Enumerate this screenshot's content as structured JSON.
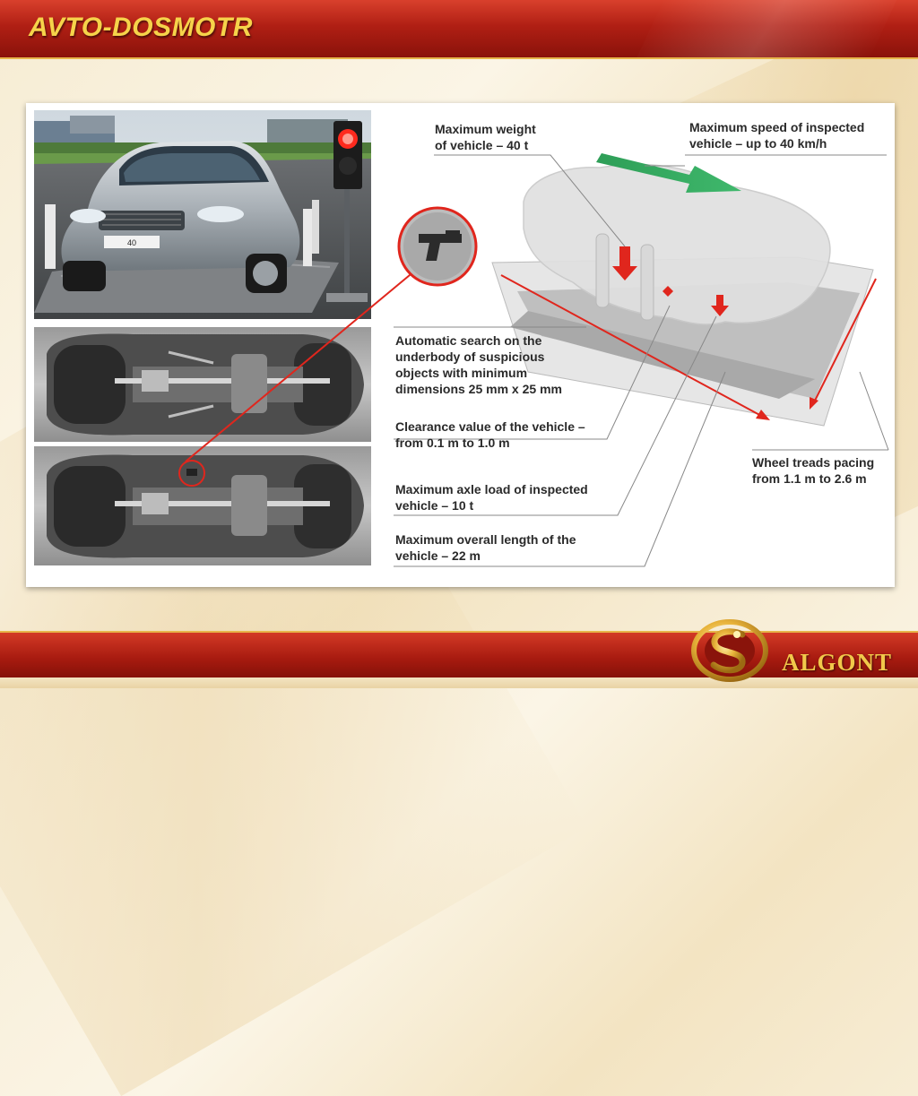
{
  "slide": {
    "title": "AVTO-DOSMOTR"
  },
  "photo": {
    "license_plate": "40"
  },
  "specs": {
    "max_weight": "Maximum weight\nof vehicle – 40 t",
    "max_speed": "Maximum speed of inspected\nvehicle – up to 40 km/h",
    "auto_search": "Automatic search on the\nunderbody of suspicious\nobjects with minimum\ndimensions 25 mm x 25 mm",
    "clearance": "Clearance value of the vehicle –\nfrom 0.1 m to 1.0 m",
    "axle_load": "Maximum axle load of inspected\nvehicle – 10 t",
    "overall_length": "Maximum overall length of the\nvehicle – 22 m",
    "wheel_treads": "Wheel treads pacing\nfrom 1.1 m to 2.6 m"
  },
  "brand": {
    "name": "ALGONT"
  },
  "colors": {
    "title_bar": "#b01f14",
    "title_text": "#f6d34a",
    "accent_gold": "#e7b54a",
    "callout_red": "#e0261d",
    "arrow_green": "#2e9e57"
  },
  "icons": {
    "traffic_light": "traffic-light-icon",
    "pistol": "pistol-icon",
    "direction_arrow": "green-arrow-icon",
    "logo": "algont-logo-emblem"
  }
}
